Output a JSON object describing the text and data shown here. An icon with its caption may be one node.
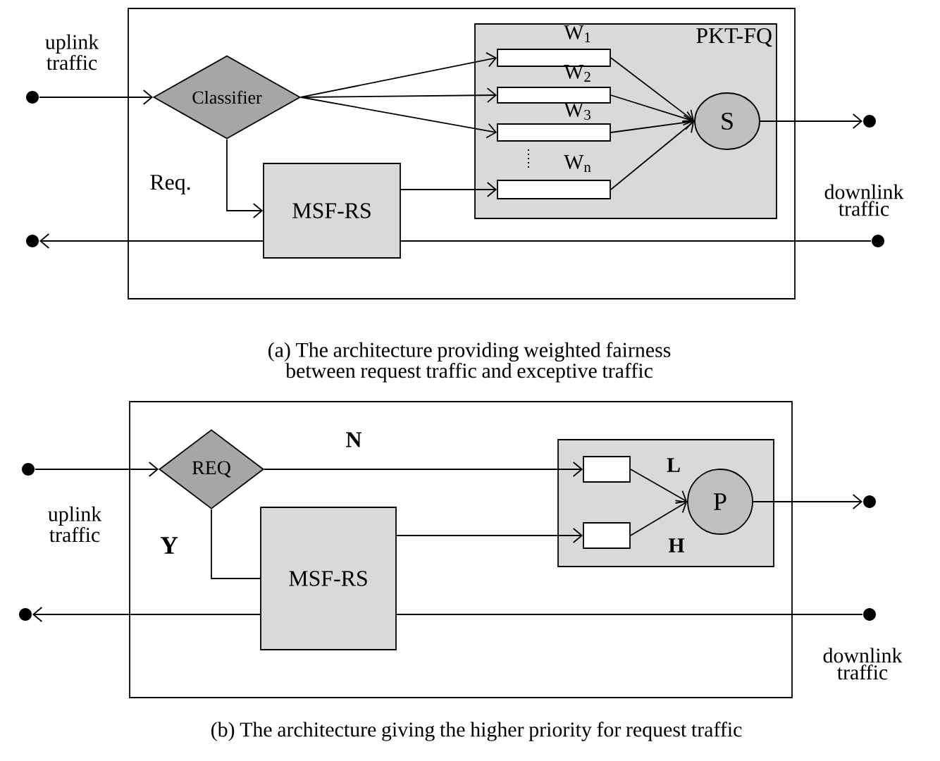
{
  "diagram": {
    "nodes": [
      {
        "text": [],
        "shape": "box"
      },
      {
        "text": [],
        "shape": "circle",
        "beside": [
          "uplink traffic"
        ]
      },
      {
        "text": [
          "Classifier"
        ],
        "in": 0
      },
      {
        "text": [
          "MSF-RS"
        ],
        "in": 0
      },
      {
        "text": [
          "PKT-FQ"
        ],
        "in": 0
      },
      {
        "text": [],
        "shape": "bar",
        "in": 4,
        "beside": [
          "W$_{1}$"
        ]
      },
      {
        "text": [],
        "shape": "bar",
        "in": 4,
        "beside": [
          "W$_{2}$"
        ]
      },
      {
        "text": [],
        "shape": "bar",
        "in": 4,
        "beside": [
          "W$_{3}$"
        ]
      },
      {
        "text": [],
        "shape": "bar",
        "in": 4,
        "beside": [
          "W$_{n}$"
        ]
      },
      {
        "text": [
          "S"
        ],
        "in": 4
      },
      {
        "text": [],
        "shape": "circle"
      },
      {
        "text": [],
        "shape": "circle",
        "beside": [
          "downlink traffic"
        ]
      },
      {
        "text": [],
        "shape": "circle"
      },
      {
        "text": [],
        "shape": "box"
      },
      {
        "text": [],
        "shape": "circle",
        "beside": [
          "uplink traffic"
        ]
      },
      {
        "text": [
          "REQ"
        ],
        "in": 13
      },
      {
        "text": [
          "MSF-RS"
        ],
        "in": 13
      },
      {
        "text": [],
        "shape": "box",
        "in": 13
      },
      {
        "text": [],
        "shape": "bar",
        "in": 17
      },
      {
        "text": [],
        "shape": "bar",
        "in": 17
      },
      {
        "text": [
          "P"
        ],
        "in": 17
      },
      {
        "text": [],
        "shape": "circle"
      },
      {
        "text": [],
        "shape": "circle",
        "beside": [
          "downlink traffic"
        ]
      },
      {
        "text": [],
        "shape": "circle"
      }
    ],
    "edges": [
      {
        "from": 1,
        "to": 2,
        "arrow": "to"
      },
      {
        "from": 2,
        "to": 5,
        "arrow": "to"
      },
      {
        "from": 2,
        "to": 6,
        "arrow": "to"
      },
      {
        "from": 2,
        "to": 7,
        "arrow": "to"
      },
      {
        "from": 2,
        "to": 3,
        "arrow": "to",
        "label": "Req."
      },
      {
        "from": 3,
        "to": 8,
        "arrow": "to"
      },
      {
        "from": 5,
        "to": 9,
        "arrow": "to"
      },
      {
        "from": 6,
        "to": 9,
        "arrow": "to"
      },
      {
        "from": 7,
        "to": 9,
        "arrow": "to"
      },
      {
        "from": 8,
        "to": 9,
        "arrow": "to"
      },
      {
        "from": 9,
        "to": 10,
        "arrow": "to"
      },
      {
        "from": 11,
        "to": 3,
        "arrow": "none"
      },
      {
        "from": 3,
        "to": 12,
        "arrow": "to"
      },
      {
        "from": 14,
        "to": 15,
        "arrow": "to"
      },
      {
        "from": 15,
        "to": 18,
        "arrow": "to",
        "label": "N"
      },
      {
        "from": 15,
        "to": 16,
        "arrow": "none",
        "label": "Y"
      },
      {
        "from": 16,
        "to": 19,
        "arrow": "to"
      },
      {
        "from": 18,
        "to": 20,
        "arrow": "to",
        "label": "L"
      },
      {
        "from": 19,
        "to": 20,
        "arrow": "to",
        "label": "H"
      },
      {
        "from": 20,
        "to": 21,
        "arrow": "to"
      },
      {
        "from": 22,
        "to": 16,
        "arrow": "none"
      },
      {
        "from": 16,
        "to": 23,
        "arrow": "to"
      }
    ],
    "labels": [
      "(a) The architecture providing weighted fairness between request traffic and exceptive traffic",
      "(b) The architecture giving the higher priority for request traffic"
    ]
  }
}
